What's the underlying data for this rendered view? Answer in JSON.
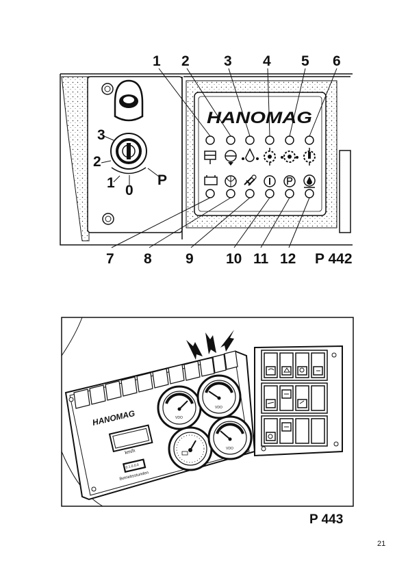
{
  "figure1": {
    "id": "P 442",
    "brand": "HANOMAG",
    "callouts_top": [
      "1",
      "2",
      "3",
      "4",
      "5",
      "6"
    ],
    "callouts_bottom": [
      "7",
      "8",
      "9",
      "10",
      "11",
      "12"
    ],
    "key_positions": [
      "3",
      "2",
      "1",
      "0",
      "P"
    ]
  },
  "figure2": {
    "id": "P 443",
    "brand": "HANOMAG",
    "speed_unit": "km/h",
    "hour_counter": "0.1.0.0.0",
    "hour_label": "Betriebsstunden",
    "gauge_brand": "VDO"
  },
  "page_number": "21"
}
